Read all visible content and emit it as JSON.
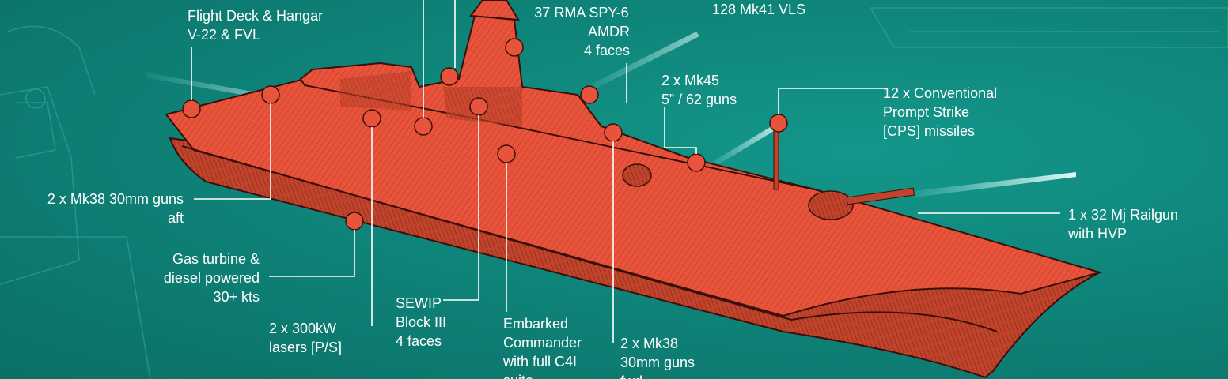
{
  "colors": {
    "background": "#0f857a",
    "ship": "#e8543b",
    "ship_dark": "#b8361f",
    "ship_outline": "#3a0f0a",
    "leader": "#ffffff",
    "laser_beam": "#b9f3f0"
  },
  "callouts": [
    {
      "id": "flight-deck",
      "lines": [
        "Flight Deck & Hangar",
        "V-22 & FVL"
      ]
    },
    {
      "id": "radar",
      "lines": [
        "37 RMA SPY-6",
        "AMDR",
        "4 faces"
      ]
    },
    {
      "id": "vls",
      "lines": [
        "128 Mk41 VLS"
      ]
    },
    {
      "id": "mk45",
      "lines": [
        "2 x Mk45",
        "5” / 62 guns"
      ]
    },
    {
      "id": "cps",
      "lines": [
        "12 x Conventional",
        "Prompt Strike",
        "[CPS] missiles"
      ]
    },
    {
      "id": "mk38-aft",
      "lines": [
        "2 x Mk38 30mm guns",
        "aft"
      ]
    },
    {
      "id": "railgun",
      "lines": [
        "1 x 32 Mj Railgun",
        "with HVP"
      ]
    },
    {
      "id": "propulsion",
      "lines": [
        "Gas turbine &",
        "diesel powered",
        "30+ kts"
      ]
    },
    {
      "id": "lasers",
      "lines": [
        "2 x 300kW",
        "lasers [P/S]"
      ]
    },
    {
      "id": "sewip",
      "lines": [
        "SEWIP",
        "Block III",
        "4 faces"
      ]
    },
    {
      "id": "c4i",
      "lines": [
        "Embarked",
        "Commander",
        "with full C4I",
        "suite"
      ]
    },
    {
      "id": "mk38-fwd",
      "lines": [
        "2 x Mk38",
        "30mm guns",
        "fwd"
      ]
    }
  ]
}
